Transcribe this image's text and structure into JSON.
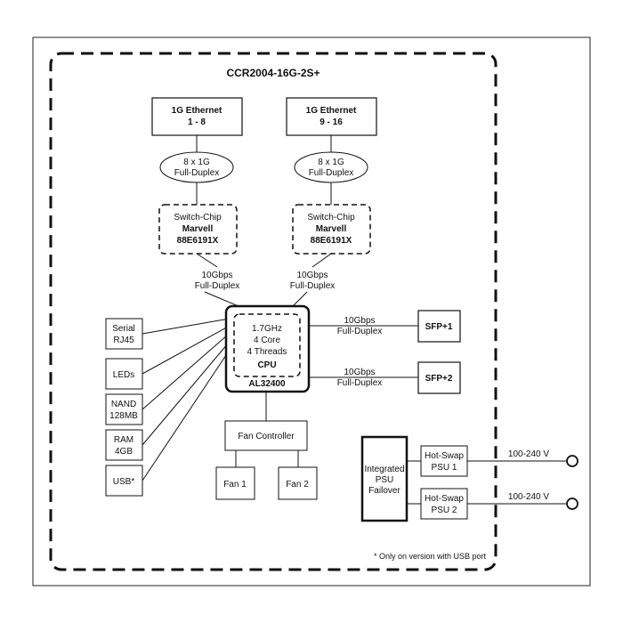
{
  "diagram": {
    "title": "CCR2004-16G-2S+",
    "eth1": {
      "line1": "1G Ethernet",
      "line2": "1 - 8"
    },
    "eth2": {
      "line1": "1G Ethernet",
      "line2": "9 - 16"
    },
    "link1": {
      "line1": "8 x 1G",
      "line2": "Full-Duplex"
    },
    "link2": {
      "line1": "8 x 1G",
      "line2": "Full-Duplex"
    },
    "switch1": {
      "line1": "Switch-Chip",
      "line2": "Marvell",
      "line3": "88E6191X"
    },
    "switch2": {
      "line1": "Switch-Chip",
      "line2": "Marvell",
      "line3": "88E6191X"
    },
    "uplink1": {
      "line1": "10Gbps",
      "line2": "Full-Duplex"
    },
    "uplink2": {
      "line1": "10Gbps",
      "line2": "Full-Duplex"
    },
    "cpu": {
      "freq": "1.7GHz",
      "cores": "4 Core",
      "threads": "4 Threads",
      "label": "CPU",
      "model": "AL32400"
    },
    "sfp1": {
      "label": "SFP+1",
      "link1": "10Gbps",
      "link2": "Full-Duplex"
    },
    "sfp2": {
      "label": "SFP+2",
      "link1": "10Gbps",
      "link2": "Full-Duplex"
    },
    "peripherals": {
      "serial": {
        "line1": "Serial",
        "line2": "RJ45"
      },
      "leds": "LEDs",
      "nand": {
        "line1": "NAND",
        "line2": "128MB"
      },
      "ram": {
        "line1": "RAM",
        "line2": "4GB"
      },
      "usb": "USB*"
    },
    "fan_controller": "Fan Controller",
    "fan1": "Fan 1",
    "fan2": "Fan 2",
    "psu_failover": {
      "line1": "Integrated",
      "line2": "PSU",
      "line3": "Failover"
    },
    "psu1": {
      "line1": "Hot-Swap",
      "line2": "PSU 1",
      "voltage": "100-240 V"
    },
    "psu2": {
      "line1": "Hot-Swap",
      "line2": "PSU 2",
      "voltage": "100-240 V"
    },
    "footnote": "* Only on version with USB port"
  }
}
